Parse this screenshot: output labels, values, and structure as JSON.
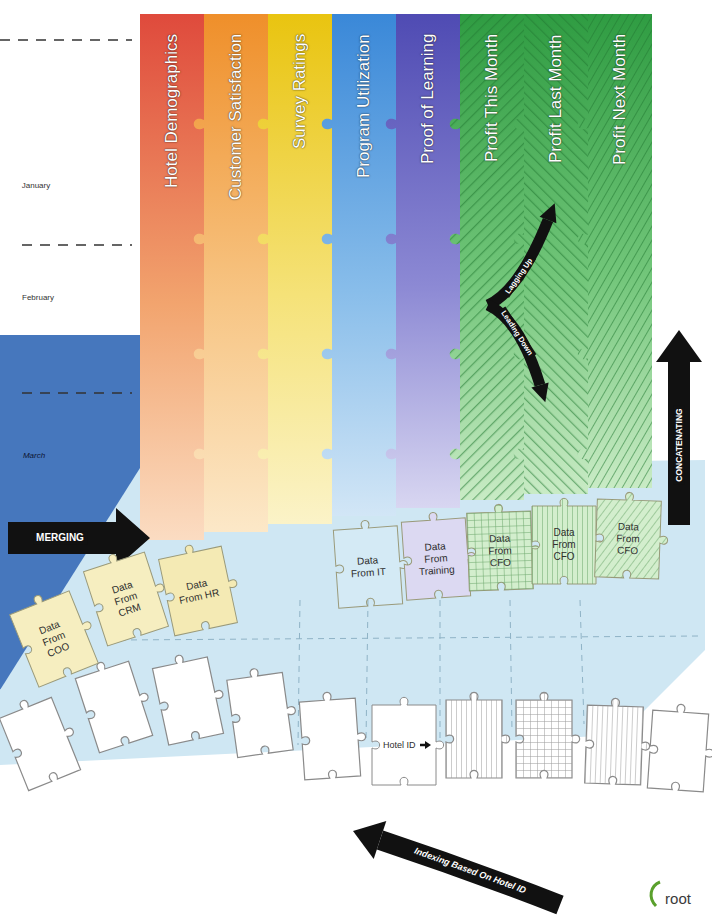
{
  "diagram": {
    "nodes": [
      {
        "text": [
          "Hotel Demographics"
        ]
      },
      {
        "text": [
          "Customer Satisfaction"
        ]
      },
      {
        "text": [
          "Survey Ratings"
        ]
      },
      {
        "text": [
          "Program Utilization"
        ]
      },
      {
        "text": [
          "Proof of Learning"
        ]
      },
      {
        "text": [
          "Profit This Month"
        ]
      },
      {
        "text": [
          "Profit Last Month"
        ]
      },
      {
        "text": [
          "Profit Next Month"
        ]
      },
      {
        "text": [
          "Data From COO"
        ]
      },
      {
        "text": [
          "Data From CRM"
        ]
      },
      {
        "text": [
          "Data From HR"
        ]
      },
      {
        "text": [
          "Data From IT"
        ]
      },
      {
        "text": [
          "Data From Training"
        ]
      },
      {
        "text": [
          "Data From CFO"
        ]
      },
      {
        "text": [
          "Data From CFO"
        ]
      },
      {
        "text": [
          "Data From CFO"
        ]
      },
      {
        "text": [
          "Hotel ID"
        ]
      }
    ],
    "labels": [
      "January",
      "February",
      "March",
      "MERGING",
      "CONCATENATING",
      "Lagging Up",
      "Leading Down",
      "Indexing Based On Hotel ID",
      "root"
    ]
  }
}
